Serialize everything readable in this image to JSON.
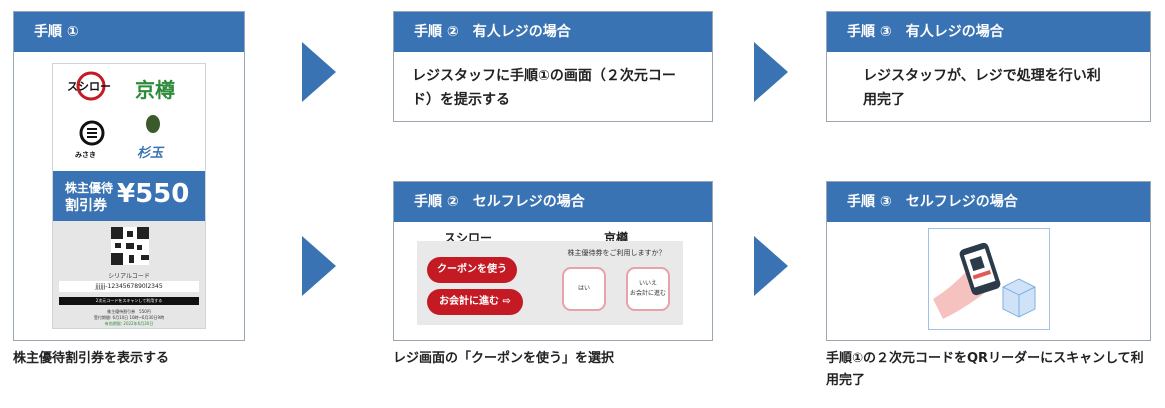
{
  "step1": {
    "header": "手順 ①",
    "caption": "株主優待割引券を表示する",
    "coupon": {
      "logos": [
        "スシロー",
        "京樽",
        "みさき",
        "杉玉"
      ],
      "band_line1": "株主優待",
      "band_line2": "割引券",
      "amount": "¥550",
      "serial_label": "シリアルコード",
      "serial": "jjjjjj-1234567890l2345",
      "scan_text": "2次元コードをスキャンして利用する",
      "fine1": "株主優待割引券　550円",
      "fine2": "受付期間: 6月10日 10時~6月30日9時",
      "fine3": "有効期限: 2022年6月30日"
    }
  },
  "step2_staff": {
    "header": "手順 ②　有人レジの場合",
    "text": "レジスタッフに手順①の画面（２次元コード）を提示する"
  },
  "step3_staff": {
    "header": "手順 ③　有人レジの場合",
    "text": "レジスタッフが、レジで処理を行い利用完了"
  },
  "step2_self": {
    "header": "手順 ②　セルフレジの場合",
    "caption": "レジ画面の「クーポンを使う」を選択",
    "sushiro": {
      "title": "スシロー",
      "btn1": "クーポンを使う",
      "btn2": "お会計に進む ⇨"
    },
    "kyotaru": {
      "title": "京樽",
      "question": "株主優待券をご利用しますか？",
      "yes": "はい",
      "no_line1": "いいえ",
      "no_line2": "お会計に進む"
    }
  },
  "step3_self": {
    "header": "手順 ③　セルフレジの場合",
    "caption": "手順①の２次元コードをQRリーダーにスキャンして利用完了"
  },
  "colors": {
    "accent": "#3a73b3",
    "red": "#c41a24"
  },
  "icons": [
    "arrow-right-icon",
    "qr-code-icon",
    "hand-phone-scan-icon"
  ]
}
